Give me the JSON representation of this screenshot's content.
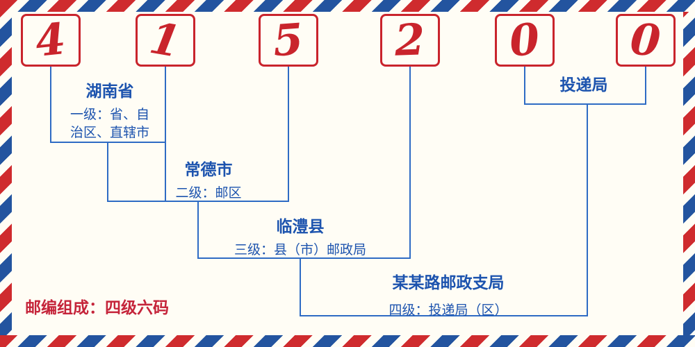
{
  "postal_code": {
    "digits": [
      "4",
      "1",
      "5",
      "2",
      "0",
      "0"
    ]
  },
  "labels": {
    "level1": {
      "name": "湖南省",
      "desc_line1": "一级：省、自",
      "desc_line2": "治区、直辖市"
    },
    "level2": {
      "name": "常德市",
      "desc": "二级：邮区"
    },
    "level3": {
      "name": "临澧县",
      "desc": "三级：县（市）邮政局"
    },
    "level4": {
      "name": "某某路邮政支局",
      "desc": "四级：投递局（区）"
    },
    "delivery": {
      "name": "投递局"
    }
  },
  "footer": {
    "composition_note": "邮编组成：四级六码"
  },
  "colors": {
    "digit_red": "#c9242c",
    "label_blue": "#1c53ae",
    "line_blue": "#2e6bc4",
    "note_red": "#c5243a",
    "stripe_red": "#cf2b2e",
    "stripe_blue": "#23549f",
    "background": "#fffdf5"
  }
}
